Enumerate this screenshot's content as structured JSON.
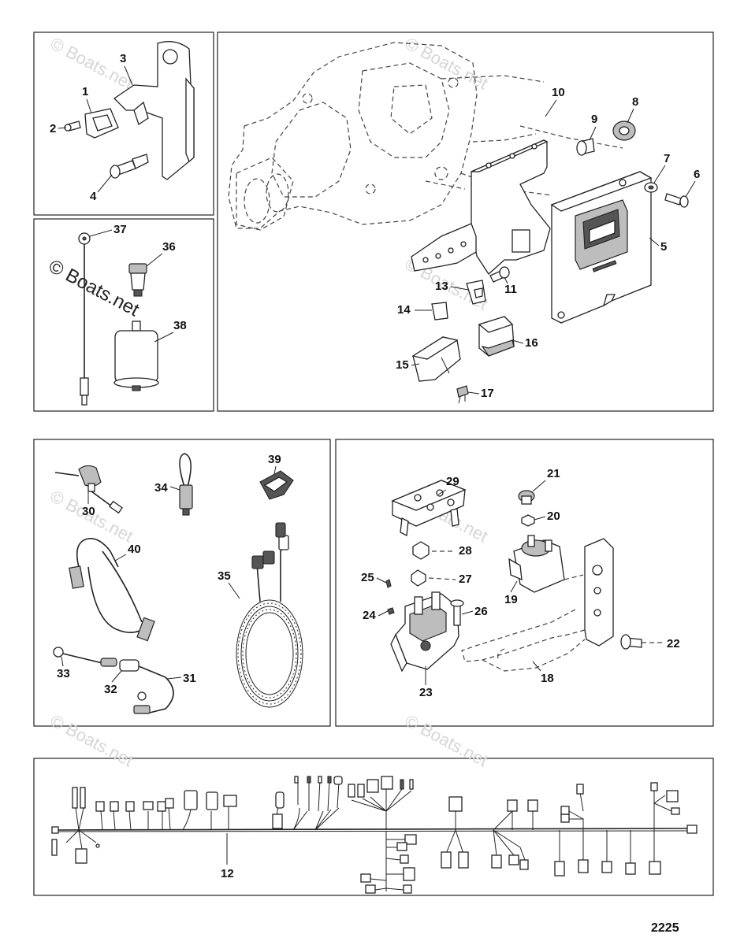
{
  "watermark": {
    "text": "© Boats.net"
  },
  "diagram_id": "2225",
  "callouts": [
    "1",
    "2",
    "3",
    "4",
    "5",
    "6",
    "7",
    "8",
    "9",
    "10",
    "11",
    "12",
    "13",
    "14",
    "15",
    "16",
    "17",
    "18",
    "19",
    "20",
    "21",
    "22",
    "23",
    "24",
    "25",
    "26",
    "27",
    "28",
    "29",
    "30",
    "31",
    "32",
    "33",
    "34",
    "35",
    "36",
    "37",
    "38",
    "39",
    "40"
  ]
}
